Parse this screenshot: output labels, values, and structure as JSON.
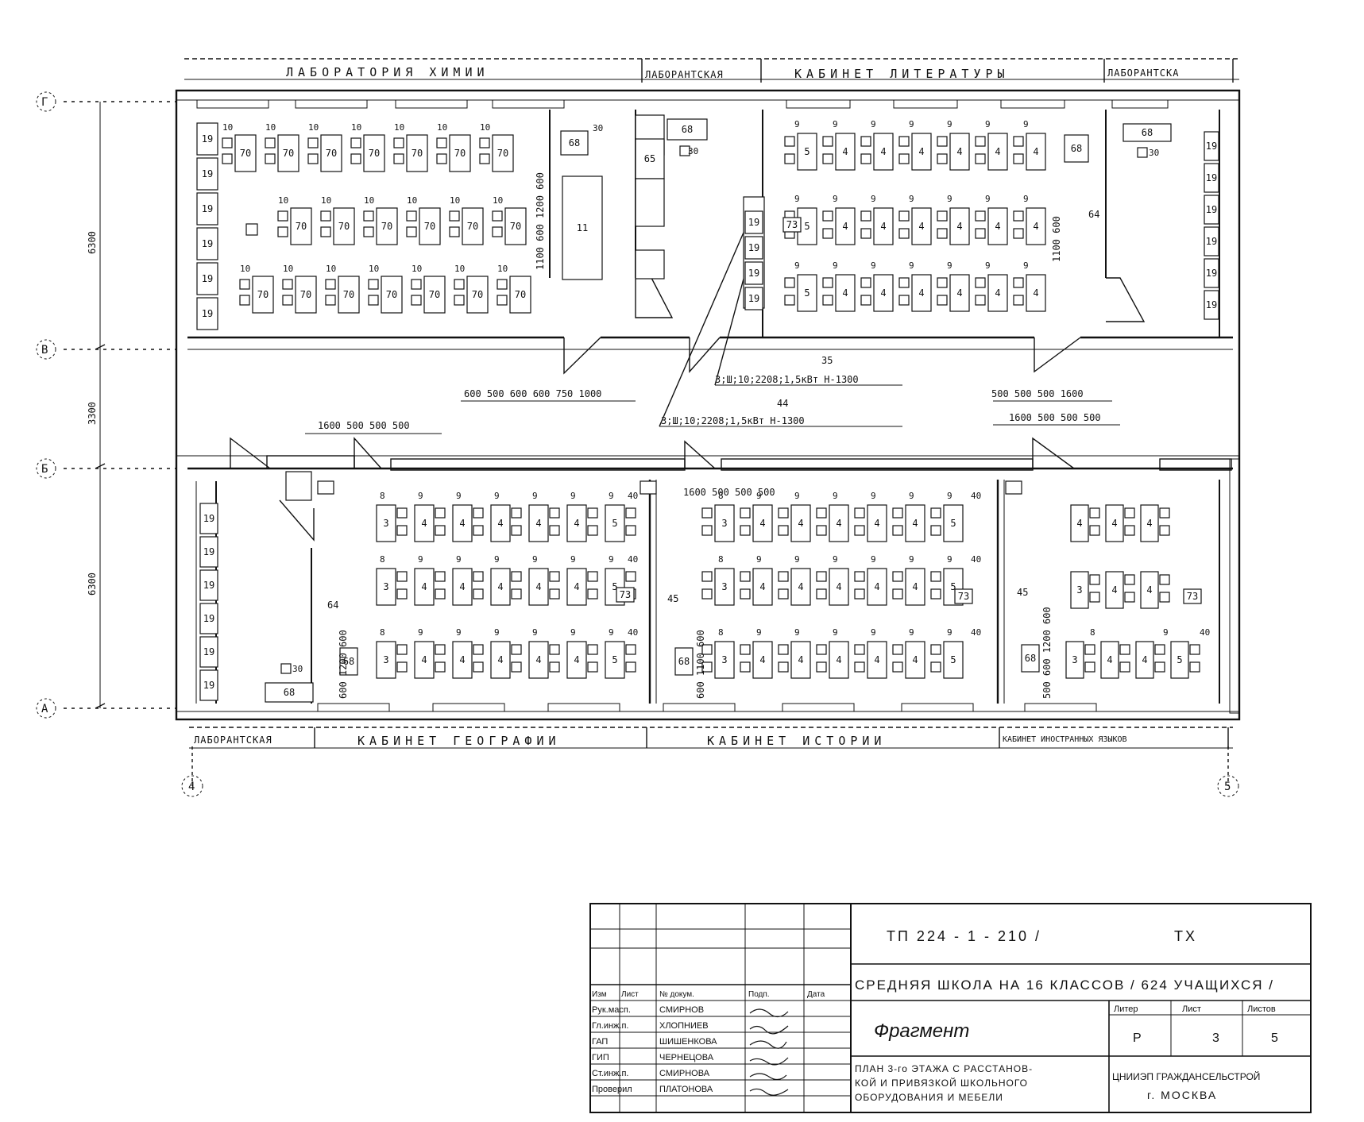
{
  "rooms": {
    "chem_lab": "ЛАБОРАТОРИЯ  ХИМИИ",
    "lab_assist_top_left": "ЛАБОРАНТСКАЯ",
    "literature": "КАБИНЕТ  ЛИТЕРАТУРЫ",
    "lab_assist_top_right": "ЛАБОРАНТСКА",
    "lab_assist_bottom": "ЛАБОРАНТСКАЯ",
    "geography": "КАБИНЕТ  ГЕОГРАФИИ",
    "history": "КАБИНЕТ  ИСТОРИИ",
    "foreign_lang": "КАБИНЕТ ИНОСТРАННЫХ ЯЗЫКОВ"
  },
  "axes": {
    "rows": [
      "Г",
      "В",
      "Б",
      "А"
    ],
    "cols": [
      "4",
      "5"
    ],
    "row_dims": [
      "6300",
      "3300",
      "6300"
    ]
  },
  "dimensions": {
    "corridor_top": "600 500 600 600  750  1000",
    "corridor_top_right": "500 500 500  1600",
    "corridor_bottom_left": "1600   500 500 500",
    "corridor_bottom_right": "1600   500 500 500",
    "history_top": "1600 500 500 500",
    "chem_side": "1100  600  1200  600",
    "geo_side": "600  1200  600",
    "hist_side": "600  1100  600",
    "foreign_side": "500  600  1200  600",
    "lit_side": "1100  600",
    "note_1": "3;Ш;10;2208;1,5кВт Н-1300",
    "note_1_tag": "35",
    "note_2": "3;Ш;10;2208;1,5кВт Н-1300",
    "note_2_tag": "44",
    "label_45_a": "45",
    "label_45_b": "45",
    "label_64_a": "64",
    "label_64_b": "64"
  },
  "furniture": {
    "n70": "70",
    "n19": "19",
    "n10": "10",
    "n68": "68",
    "n30": "30",
    "n3": "3",
    "n4": "4",
    "n5": "5",
    "n8": "8",
    "n9": "9",
    "n40": "40",
    "n73": "73",
    "n65": "65",
    "n11": "11",
    "n6b": "68"
  },
  "title_block": {
    "code": "ТП  224 - 1 - 210 /",
    "section": "ТХ",
    "project": "СРЕДНЯЯ  ШКОЛА  НА 16 КЛАССОВ / 624 УЧАЩИХСЯ /",
    "sheet_name": "Фрагмент",
    "description_1": "ПЛАН 3-го ЭТАЖА С РАССТАНОВ-",
    "description_2": "КОЙ И ПРИВЯЗКОЙ ШКОЛЬНОГО",
    "description_3": "ОБОРУДОВАНИЯ И МЕБЕЛИ",
    "org_1": "ЦНИИЭП ГРАЖДАНСЕЛЬСТРОЙ",
    "org_2": "г. МОСКВА",
    "stage_hdr": "Литер",
    "sheet_hdr": "Лист",
    "sheets_hdr": "Листов",
    "stage": "Р",
    "sheet": "3",
    "sheets": "5",
    "col_headers": [
      "Изм",
      "Лист",
      "№ докум.",
      "Подп.",
      "Дата"
    ],
    "staff": [
      {
        "role": "Рук.масп.",
        "name": "СМИРНОВ"
      },
      {
        "role": "Гл.инж.п.",
        "name": "ХЛОПНИЕВ"
      },
      {
        "role": "ГАП",
        "name": "ШИШЕНКОВА"
      },
      {
        "role": "ГИП",
        "name": "ЧЕРНЕЦОВА"
      },
      {
        "role": "Ст.инж.п.",
        "name": "СМИРНОВА"
      },
      {
        "role": "Проверил",
        "name": "ПЛАТОНОВА"
      }
    ]
  },
  "colors": {
    "ink": "#111111",
    "paper": "#ffffff"
  }
}
